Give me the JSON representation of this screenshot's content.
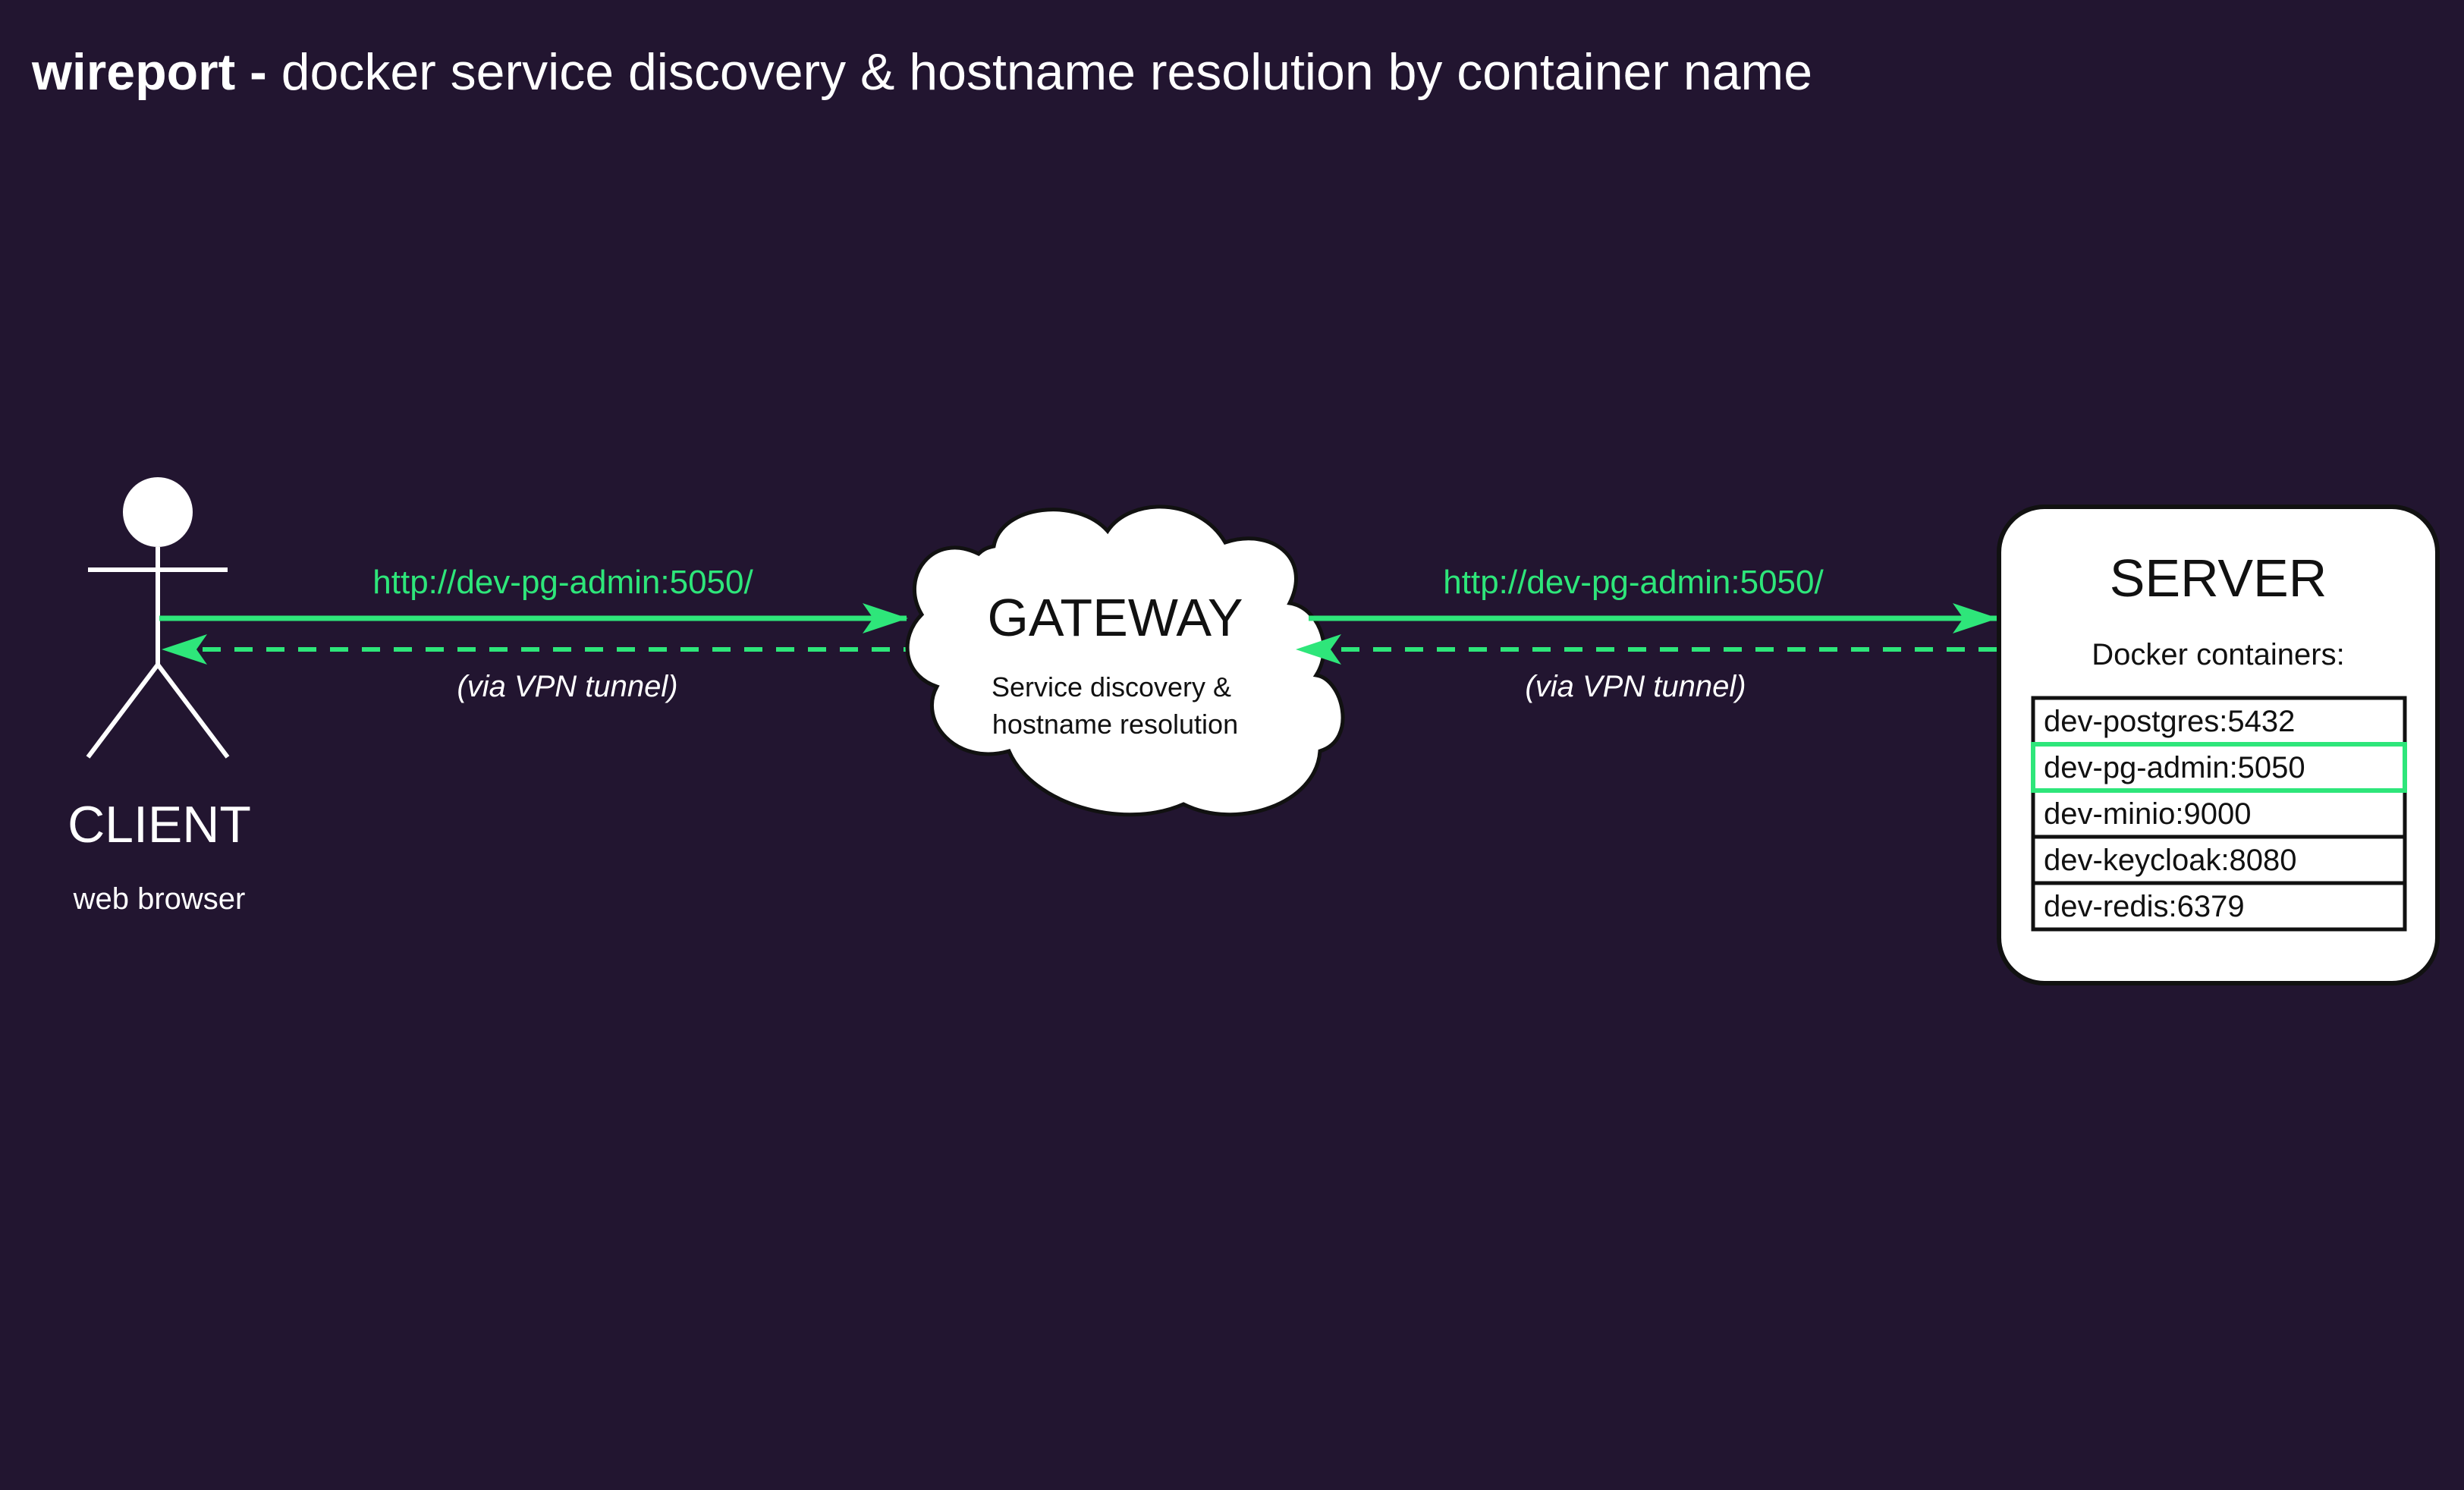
{
  "title": {
    "brand": "wireport",
    "separator": " - ",
    "text": "docker service discovery & hostname resolution by container name"
  },
  "client": {
    "label": "CLIENT",
    "sublabel": "web browser"
  },
  "gateway": {
    "label": "GATEWAY",
    "description_line1": "Service discovery &",
    "description_line2": "hostname resolution"
  },
  "server": {
    "label": "SERVER",
    "subtitle": "Docker containers:",
    "containers": [
      "dev-postgres:5432",
      "dev-pg-admin:5050",
      "dev-minio:9000",
      "dev-keycloak:8080",
      "dev-redis:6379"
    ],
    "highlighted_container": "dev-pg-admin:5050"
  },
  "connections": [
    {
      "from": "client",
      "to": "gateway",
      "url": "http://dev-pg-admin:5050/",
      "note": "(via VPN tunnel)"
    },
    {
      "from": "gateway",
      "to": "server",
      "url": "http://dev-pg-admin:5050/",
      "note": "(via VPN tunnel)"
    }
  ],
  "colors": {
    "background": "#221530",
    "accent": "#2ee67a",
    "foreground": "#ffffff",
    "box_text": "#111111"
  }
}
